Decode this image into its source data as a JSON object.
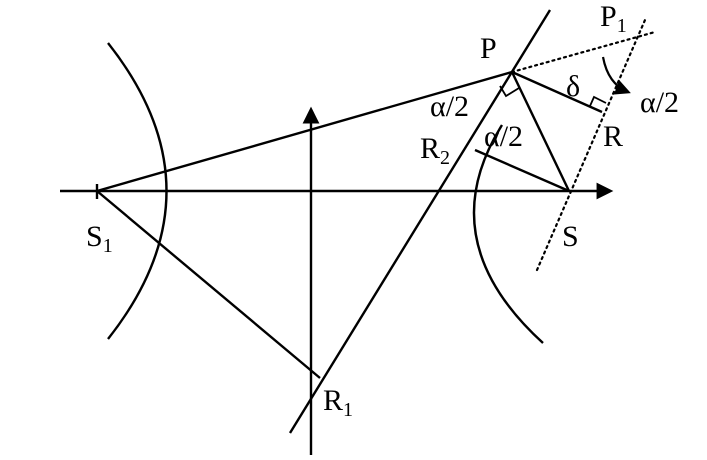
{
  "labels": {
    "S1": {
      "main": "S",
      "sub": "1"
    },
    "S": {
      "main": "S"
    },
    "P": {
      "main": "P"
    },
    "P1": {
      "main": "P",
      "sub": "1"
    },
    "R": {
      "main": "R"
    },
    "R1": {
      "main": "R",
      "sub": "1"
    },
    "R2": {
      "main": "R",
      "sub": "2"
    },
    "alpha_half_1": "α/2",
    "alpha_half_2": "α/2",
    "alpha_half_3": "α/2",
    "delta": "δ"
  }
}
